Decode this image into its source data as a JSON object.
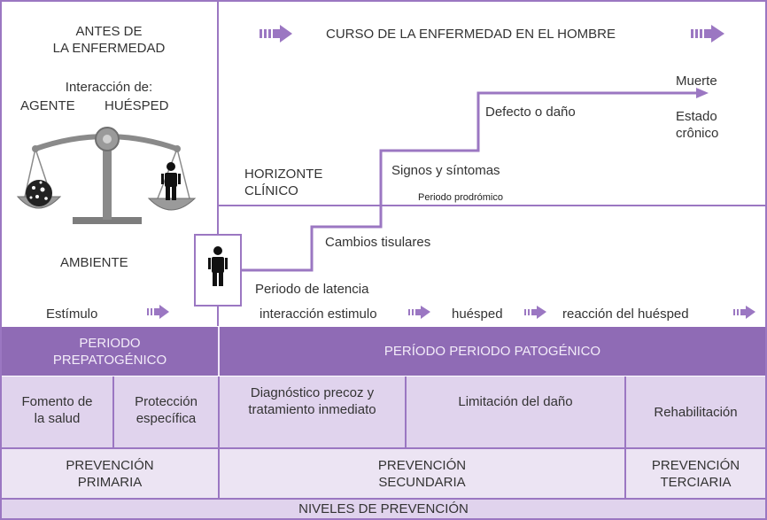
{
  "antes_title": "ANTES  DE\nLA ENFERMEDAD",
  "interaccion_label": "Interacción de:",
  "agente_label": "AGENTE",
  "huesped_label": "HUÉSPED",
  "ambiente_label": "AMBIENTE",
  "estimulo_label": "Estímulo",
  "curso_title": "CURSO DE LA ENFERMEDAD EN EL HOMBRE",
  "muerte_label": "Muerte",
  "estado_label": "Estado\ncrônico",
  "defecto_label": "Defecto o daño",
  "horizonte_label": "HORIZONTE\nCLÍNICO",
  "signos_label": "Signos y síntomas",
  "prodromico_label": "Periodo prodrómico",
  "cambios_label": "Cambios tisulares",
  "latencia_label": "Periodo de latencia",
  "interaccion_estimulo_label": "interacción  estimulo",
  "huesped_lower_label": "huésped",
  "reaccion_label": "reacción del huésped",
  "periodo_prepatogenico": "PERIODO\nPREPATOGÉNICO",
  "periodo_patogenico": "PERÍODO PERIODO  PATOGÉNICO",
  "fomento": "Fomento de\nla salud",
  "proteccion": "Protección\nespecífica",
  "diagnostico": "Diagnóstico precoz y\ntratamiento inmediato",
  "limitacion": "Limitación del daño",
  "rehabilitacion": "Rehabilitación",
  "prevencion_primaria": "PREVENCIÓN\nPRIMARIA",
  "prevencion_secundaria": "PREVENCIÓN\nSECUNDARIA",
  "prevencion_terciaria": "PREVENCIÓN\nTERCIARIA",
  "niveles": "NIVELES DE PREVENCIÓN",
  "colors": {
    "purple": "#8f6bb5",
    "light_purple": "#e0d3ed",
    "line": "#9b77c2",
    "scale": "#8a8a8a"
  }
}
